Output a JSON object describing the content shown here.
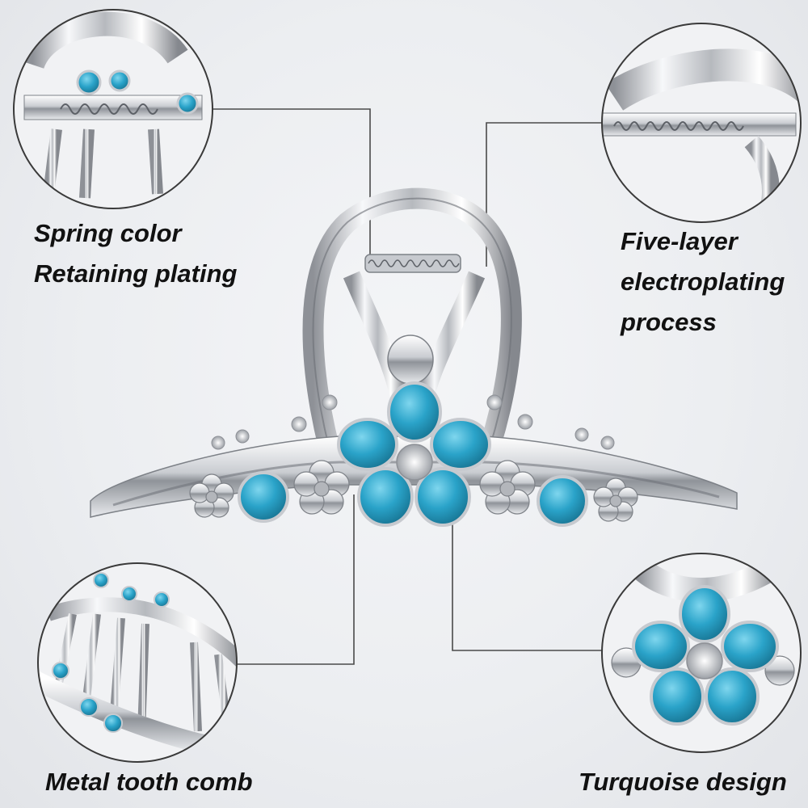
{
  "features": {
    "spring": {
      "lines": [
        "Spring color",
        "Retaining plating"
      ]
    },
    "five_layer": {
      "lines": [
        "Five-layer",
        "electroplating",
        "process"
      ]
    },
    "comb": {
      "lines": [
        "Metal tooth comb"
      ]
    },
    "turquoise": {
      "lines": [
        "Turquoise design"
      ]
    }
  },
  "colors": {
    "background": "#eceef1",
    "turquoise": "#2aa3c9",
    "turquoise_dark": "#1d7fa3",
    "silver_light": "#f7f8fa",
    "silver_dark": "#8e9197",
    "leader_line": "#4a4a4a",
    "label_text": "#111111"
  }
}
